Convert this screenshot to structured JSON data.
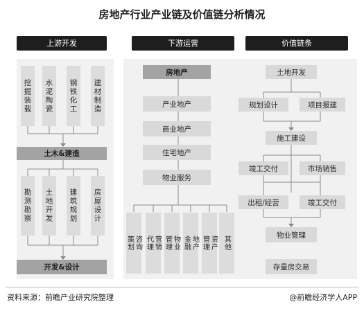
{
  "title": "房地产行业产业链及价值链分析情况",
  "upstream": {
    "header": "上游开发",
    "inputs": [
      "挖掘装载",
      "水泥陶瓷",
      "钢铁化工",
      "建材制造"
    ],
    "mid": "土木&建造",
    "services": [
      "勘测勘察",
      "土地开发",
      "建筑规划",
      "房屋设计"
    ],
    "bottom": "开发&设计"
  },
  "downstream": {
    "header": "下游运营",
    "top": "房地产",
    "types": [
      "产业地产",
      "商业地产",
      "住宅地产"
    ],
    "service": "物业服务",
    "items": [
      {
        "col1": "咨询",
        "col2": "策划"
      },
      {
        "col1": "营销",
        "col2": "代理"
      },
      {
        "col1": "物业",
        "col2": "管理"
      },
      {
        "col1": "地产",
        "col2": "金融"
      },
      {
        "col1": "资产",
        "col2": "管理"
      },
      {
        "col1": "其他",
        "col2": ""
      }
    ]
  },
  "value_chain": {
    "header": "价值链条",
    "land": "土地开发",
    "planning": "规划设计",
    "project": "项目报建",
    "construction": "施工建设",
    "completion": "竣工交付",
    "sales": "市场销售",
    "rent": "出租/经营",
    "completion2": "竣工交付",
    "property": "物业管理",
    "stock": "存量房交易"
  },
  "footer": {
    "source": "资料来源：前瞻产业研究院整理",
    "brand": "@前瞻经济学人APP"
  }
}
